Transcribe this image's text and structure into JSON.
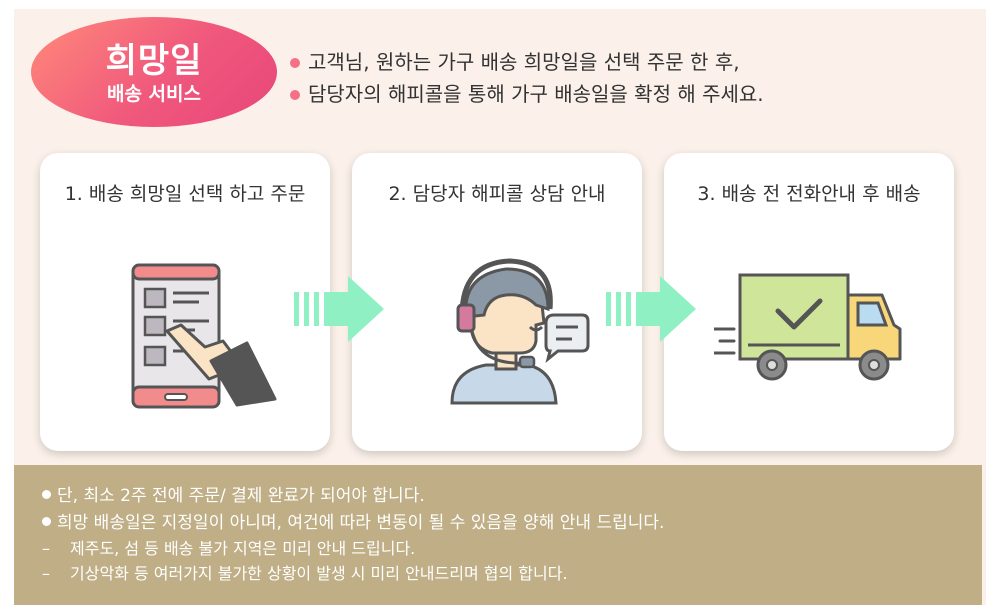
{
  "badge": {
    "title": "희망일",
    "subtitle": "배송 서비스"
  },
  "intro": [
    "고객님, 원하는 가구 배송 희망일을 선택 주문 한 후,",
    "담당자의 해피콜을 통해 가구 배송일을 확정 해 주세요."
  ],
  "steps": [
    {
      "label": "1. 배송 희망일 선택 하고 주문",
      "icon": "mobile-order-icon"
    },
    {
      "label": "2. 담당자 해피콜 상담 안내",
      "icon": "call-agent-icon"
    },
    {
      "label": "3. 배송 전 전화안내 후 배송",
      "icon": "delivery-truck-icon"
    }
  ],
  "notice": [
    {
      "bullet": "dot",
      "text": "단, 최소 2주 전에 주문/ 결제 완료가 되어야 합니다."
    },
    {
      "bullet": "dot",
      "text": "희망 배송일은 지정일이 아니며, 여건에 따라 변동이 될 수 있음을 양해 안내 드립니다."
    },
    {
      "bullet": "dash",
      "text": "제주도, 섬 등 배송 불가 지역은 미리 안내 드립니다."
    },
    {
      "bullet": "dash",
      "text": "기상악화 등 여러가지 불가한 상황이 발생 시 미리 안내드리며 협의 합니다."
    }
  ],
  "colors": {
    "badge_gradient": [
      "#ff8a7a",
      "#e8467a"
    ],
    "intro_bullet": "#f56f86",
    "notice_bg": "#bfae86",
    "arrow": "#8ff0c4",
    "panel_bg": "#fbf1ea"
  }
}
